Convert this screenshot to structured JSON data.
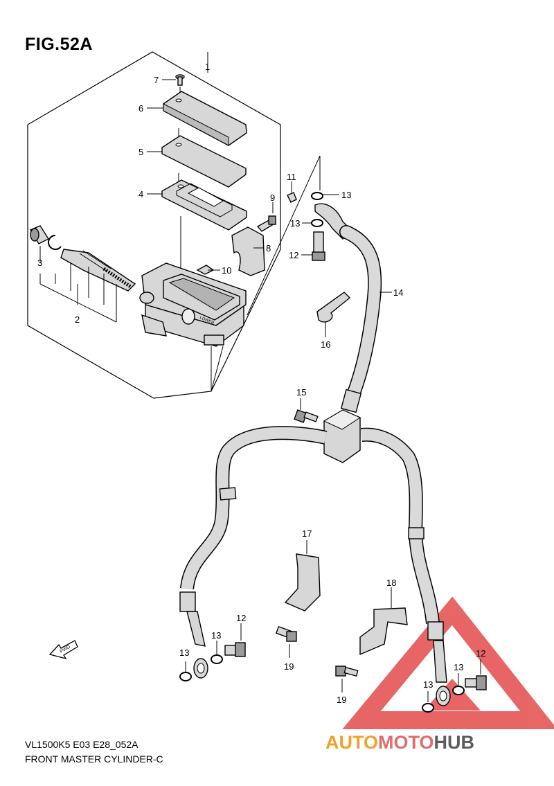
{
  "figure": {
    "title": "FIG.52A",
    "model_code": "VL1500K5 E03 E28_052A",
    "assembly_name": "FRONT MASTER CYLINDER-C"
  },
  "callouts": {
    "c1": "1",
    "c2": "2",
    "c3": "3",
    "c4": "4",
    "c5": "5",
    "c6": "6",
    "c7": "7",
    "c8": "8",
    "c9": "9",
    "c10": "10",
    "c11": "11",
    "c12a": "12",
    "c13a": "13",
    "c13b": "13",
    "c14": "14",
    "c15": "15",
    "c16": "16",
    "c17": "17",
    "c18": "18",
    "c12b": "12",
    "c13c": "13",
    "c13d": "13",
    "c19a": "19",
    "c19b": "19",
    "c12c": "12",
    "c13e": "13",
    "c13f": "13"
  },
  "fwd_label": "FWD",
  "reservoir_marking": "LOWER",
  "watermark": {
    "part1": "AUTO",
    "part2": "MOTO",
    "part3": "HUB",
    "color1": "#f1a12b",
    "color2": "#e06d6d",
    "color3": "#5c5c5c",
    "triangle_color": "#e34b4b"
  }
}
